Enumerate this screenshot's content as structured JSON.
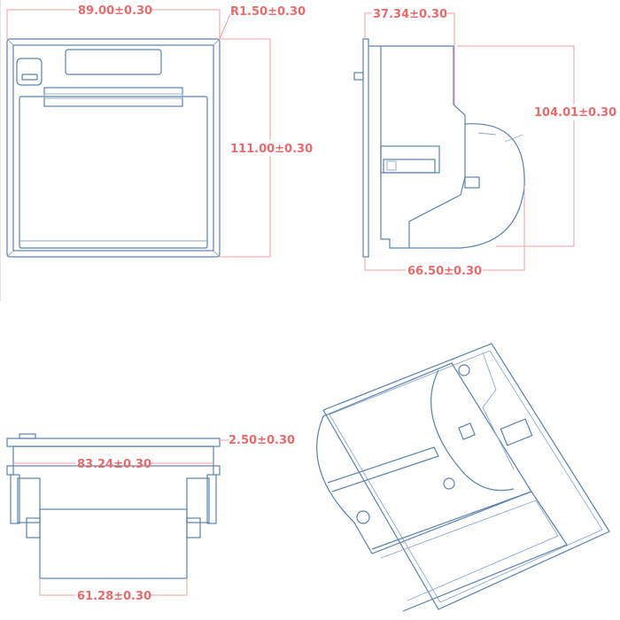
{
  "dimensions": {
    "front_width": "89.00±0.30",
    "corner_radius": "R1.50±0.30",
    "front_height": "111.00±0.30",
    "side_bezel_depth": "37.34±0.30",
    "side_height": "104.01±0.30",
    "side_depth": "66.50±0.30",
    "bottom_plate_thickness": "2.50±0.30",
    "bottom_body_width": "83.24±0.30",
    "bottom_inner_width": "61.28±0.30"
  },
  "colors": {
    "outline": "#5b82ad",
    "dimension": "#e86c6c"
  }
}
